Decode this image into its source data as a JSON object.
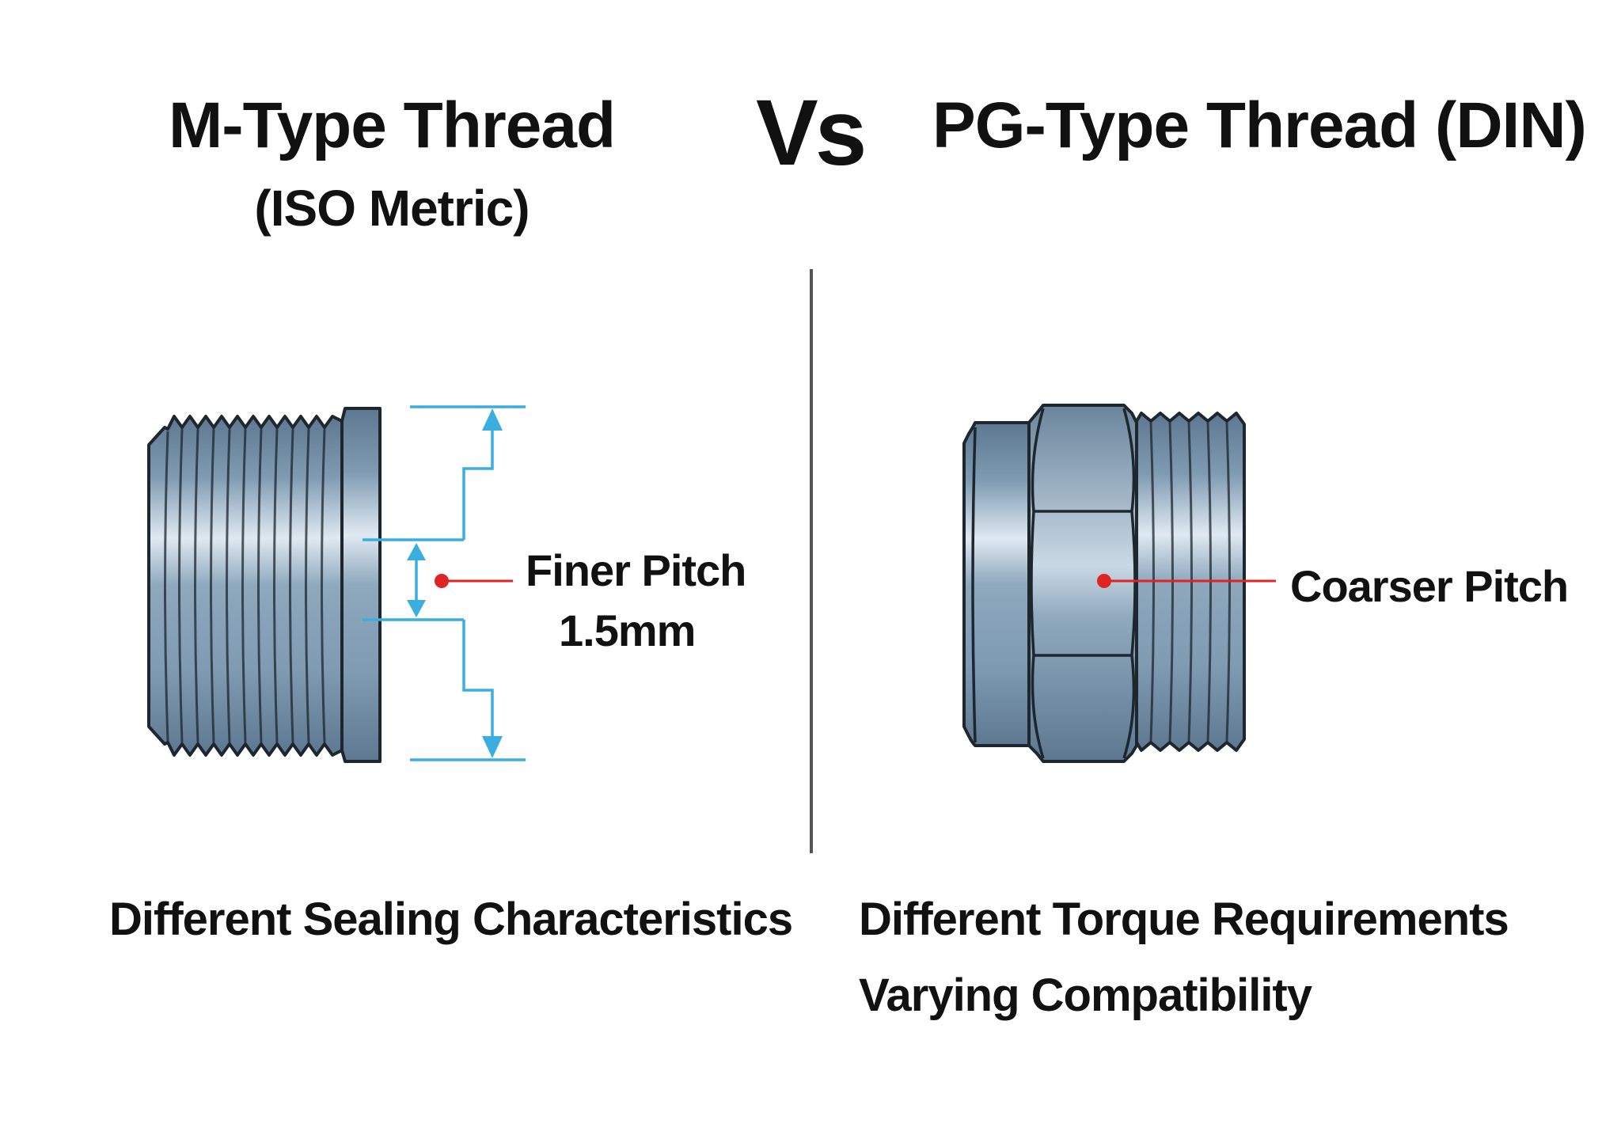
{
  "left": {
    "title": "M-Type Thread",
    "subtitle": "(ISO Metric)",
    "callout_line1": "Finer Pitch",
    "callout_line2": "1.5mm",
    "feature": "Different Sealing Characteristics"
  },
  "vs_label": "Vs",
  "right": {
    "title": "PG-Type Thread (DIN)",
    "callout": "Coarser Pitch",
    "features": [
      "Different Torque Requirements",
      "Varying Compatibility"
    ]
  },
  "colors": {
    "metal": "#7f9bb2",
    "metal_dark": "#5d7890",
    "metal_highlight": "#dfe9f1",
    "outline": "#1e262e",
    "dimension": "#3aaede",
    "marker": "#e02424",
    "divider": "#555555"
  }
}
